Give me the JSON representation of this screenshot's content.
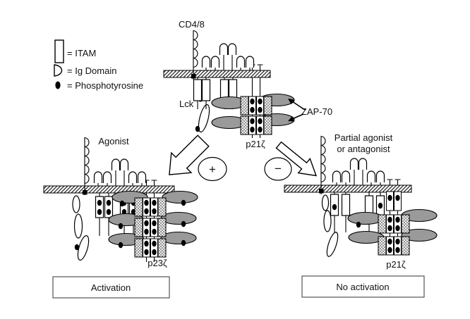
{
  "figure": {
    "legend": {
      "itam_label": "= ITAM",
      "ig_label": "= Ig Domain",
      "phospho_label": "= Phosphotyrosine"
    },
    "top": {
      "cd48": "CD4/8",
      "lck": "Lck",
      "zap70": "ZAP-70",
      "zeta": "p21ζ"
    },
    "signs": {
      "plus": "+",
      "minus": "−"
    },
    "left": {
      "condition": "Agonist",
      "zeta": "p23ζ",
      "outcome": "Activation"
    },
    "right": {
      "condition_line1": "Partial agonist",
      "condition_line2": "or antagonist",
      "zeta": "p21ζ",
      "outcome": "No activation"
    },
    "colors": {
      "zap70_fill": "#9a9a9a",
      "phosphotyrosine": "#000000",
      "membrane_hatch": "#222222",
      "background": "#ffffff"
    }
  }
}
